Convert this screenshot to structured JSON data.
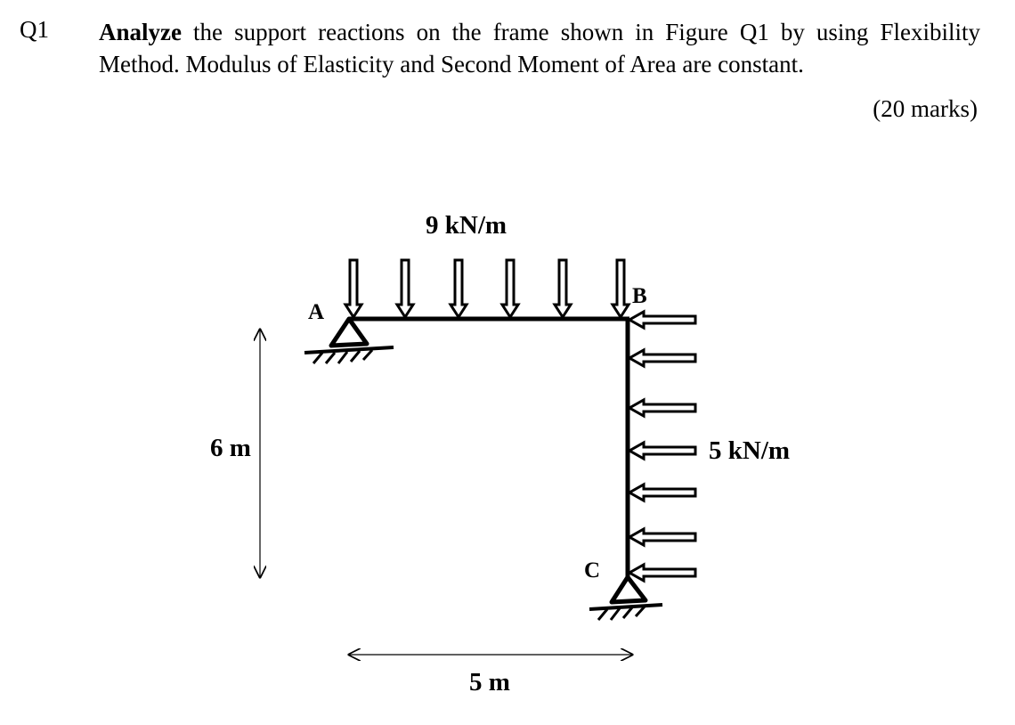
{
  "question": {
    "number": "Q1",
    "lead_bold": "Analyze",
    "text": " the support reactions on the frame shown in Figure Q1 by using Flexibility Method. Modulus of Elasticity and Second Moment of Area are constant.",
    "marks": "(20 marks)"
  },
  "figure": {
    "point_a": "A",
    "point_b": "B",
    "point_c": "C",
    "top_load": "9 kN/m",
    "side_load": "5 kN/m",
    "height_label": "6 m",
    "span_label": "5 m"
  }
}
